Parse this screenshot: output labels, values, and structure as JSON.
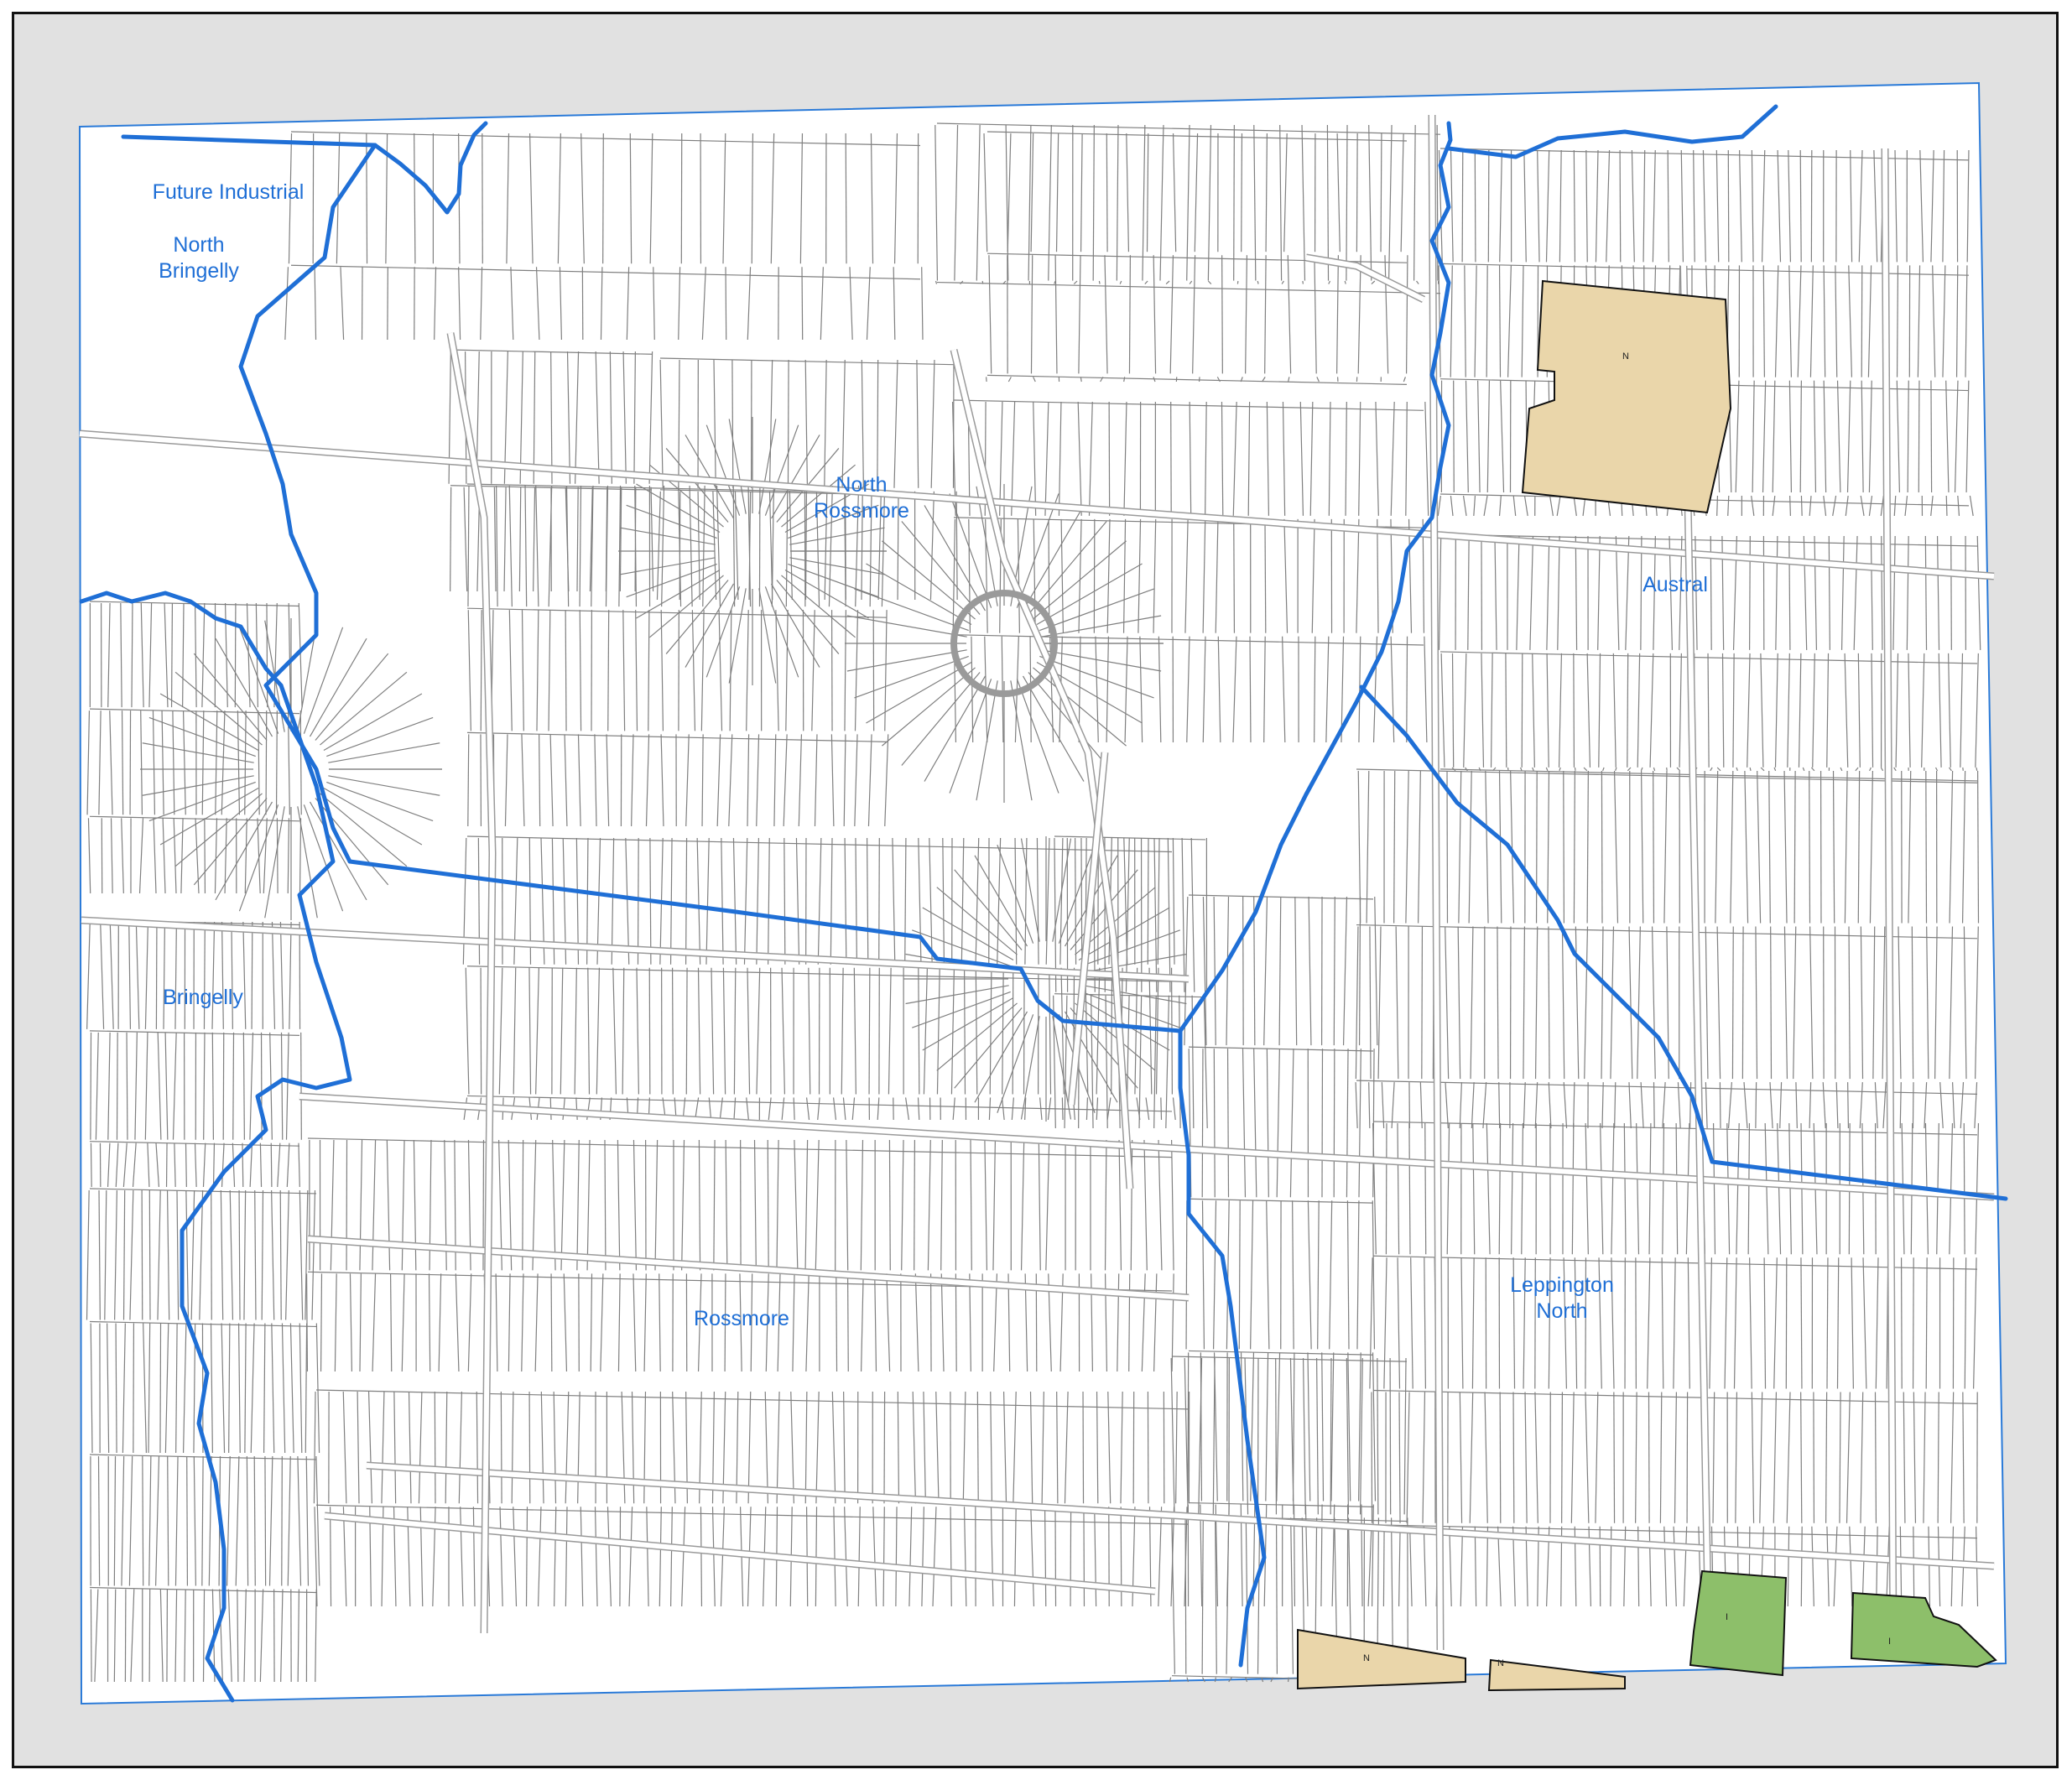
{
  "map": {
    "colors": {
      "outside": "#e1e1e1",
      "inside": "#ffffff",
      "lot_line": "#7f7f7f",
      "road_edge": "#9a9a9a",
      "precinct_boundary": "#1f6fd6",
      "boundary_thin": "#2a7ad8",
      "zone_N": "#ead6aa",
      "zone_I": "#8dbf6a",
      "zone_outline": "#111111",
      "label": "#1f6fd6",
      "frame": "#111111"
    },
    "suburbs": [
      {
        "name": "Future Industrial"
      },
      {
        "name": "North\nBringelly"
      },
      {
        "name": "North\nRossmore"
      },
      {
        "name": "Austral"
      },
      {
        "name": "Bringelly"
      },
      {
        "name": "Rossmore"
      },
      {
        "name": "Leppington\nNorth"
      }
    ],
    "zones": [
      {
        "code": "N",
        "type": "N"
      },
      {
        "code": "N",
        "type": "N"
      },
      {
        "code": "N",
        "type": "N"
      },
      {
        "code": "I",
        "type": "I"
      },
      {
        "code": "I",
        "type": "I"
      }
    ]
  }
}
